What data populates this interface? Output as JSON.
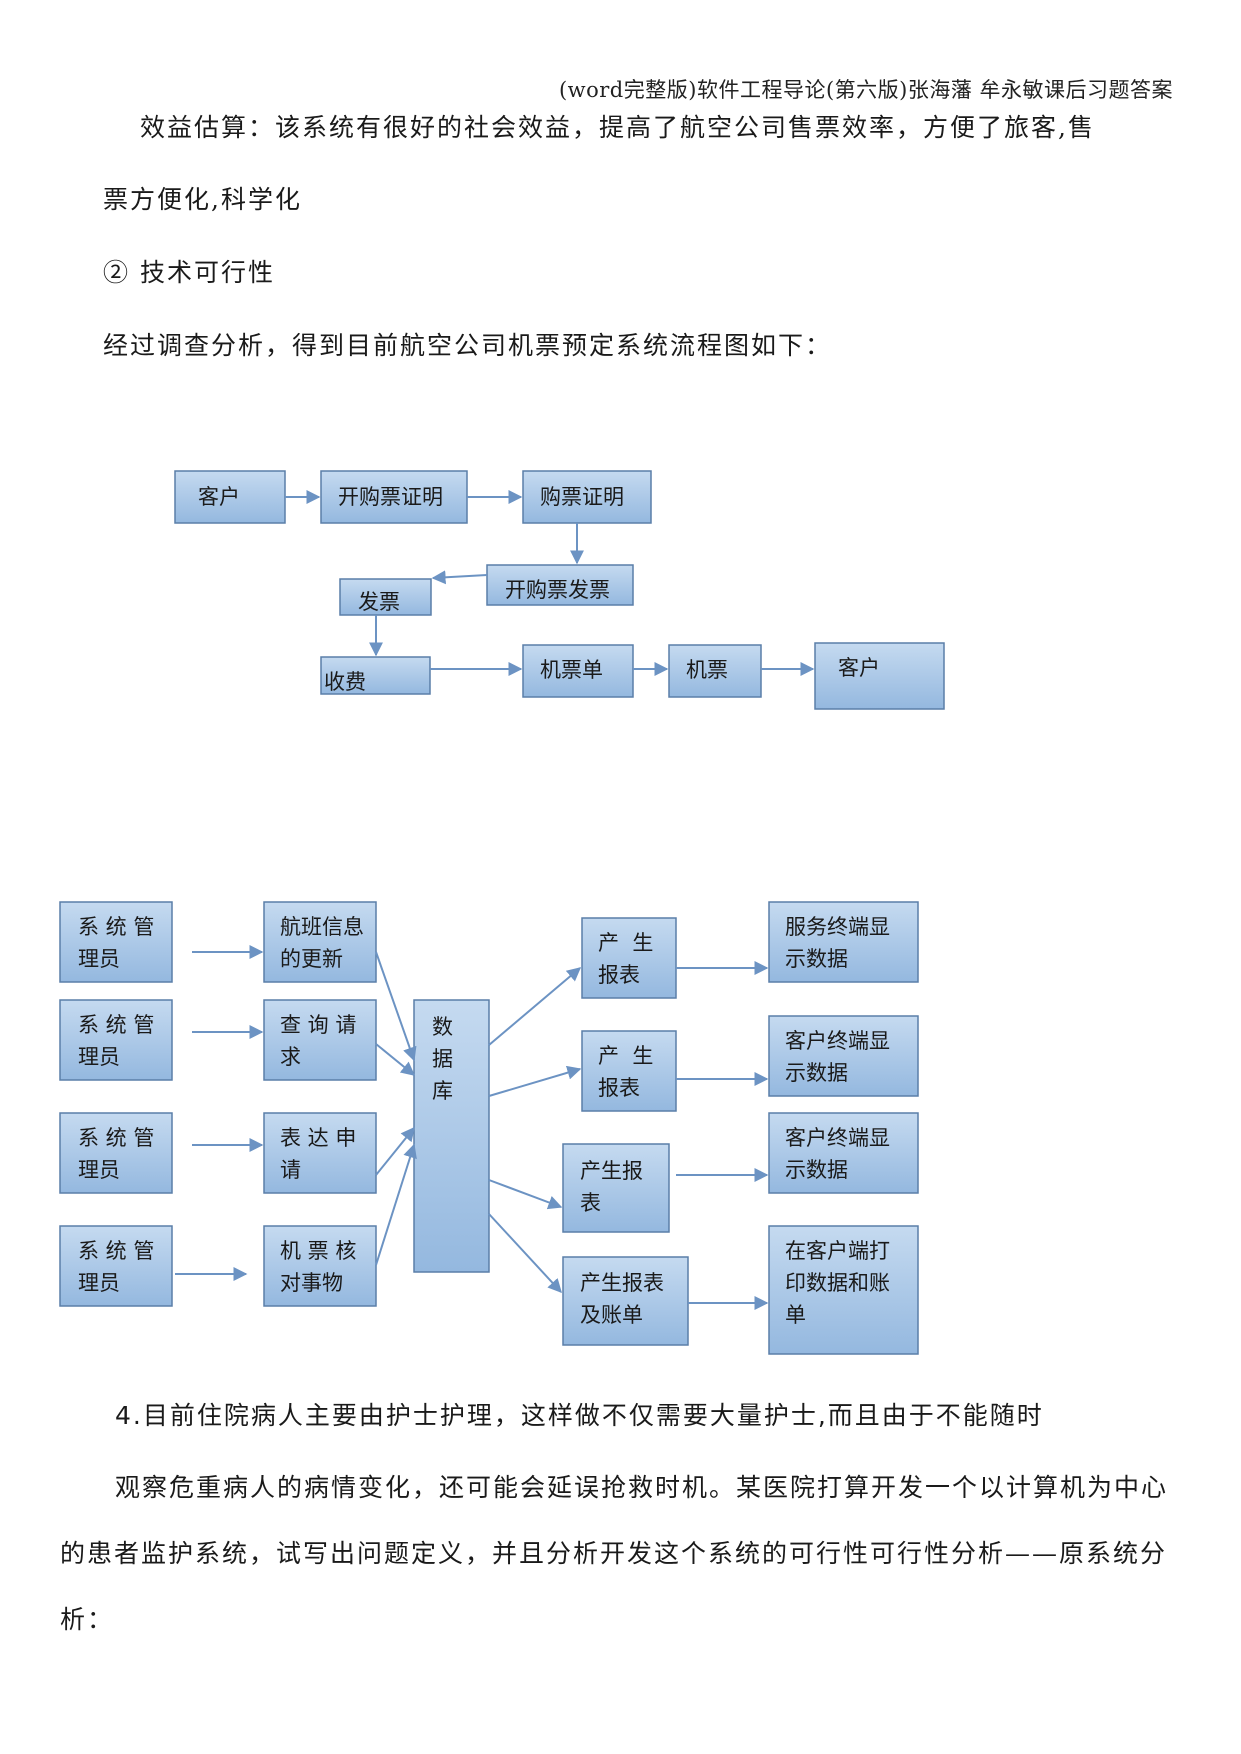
{
  "header": {
    "text": "(word完整版)软件工程导论(第六版)张海藩 牟永敏课后习题答案"
  },
  "paragraphs": [
    "效益估算：该系统有很好的社会效益，提高了航空公司售票效率，方便了旅客,售",
    "票方便化,科学化",
    "② 技术可行性",
    "经过调查分析，得到目前航空公司机票预定系统流程图如下：",
    "4.目前住院病人主要由护士护理，这样做不仅需要大量护士,而且由于不能随时",
    "观察危重病人的病情变化，还可能会延误抢救时机。某医院打算开发一个以计算机为中心",
    "的患者监护系统，试写出问题定义，并且分析开发这个系统的可行性可行性分析——原系统分",
    "析："
  ],
  "flow1": {
    "nodes": [
      {
        "id": "c1",
        "label": "客户"
      },
      {
        "id": "kgpzm",
        "label": "开购票证明"
      },
      {
        "id": "gpzm",
        "label": "购票证明"
      },
      {
        "id": "kgpfp",
        "label": "开购票发票"
      },
      {
        "id": "fp",
        "label": "发票"
      },
      {
        "id": "sf",
        "label": "收费"
      },
      {
        "id": "jpd",
        "label": "机票单"
      },
      {
        "id": "jp",
        "label": "机票"
      },
      {
        "id": "c2",
        "label": "客户"
      }
    ]
  },
  "flow2": {
    "admins": [
      [
        "系 统 管",
        "理员"
      ],
      [
        "系 统 管",
        "理员"
      ],
      [
        "系 统 管",
        "理员"
      ],
      [
        "系 统 管",
        "理员"
      ]
    ],
    "actions": [
      [
        "航班信息",
        "的更新"
      ],
      [
        "查 询 请",
        "求"
      ],
      [
        "表 达 申",
        "请"
      ],
      [
        "机 票 核",
        "对事物"
      ]
    ],
    "database": [
      "数",
      "据",
      "库"
    ],
    "reports": [
      [
        "产  生",
        "报表"
      ],
      [
        "产  生",
        "报表"
      ],
      [
        "产生报",
        "表"
      ],
      [
        "产生报表",
        "及账单"
      ]
    ],
    "outputs": [
      [
        "服务终端显",
        "示数据"
      ],
      [
        "客户终端显",
        "示数据"
      ],
      [
        "客户终端显",
        "示数据"
      ],
      [
        "在客户端打",
        "印数据和账",
        "单"
      ]
    ]
  },
  "colors": {
    "box_fill_top": "#c5daf0",
    "box_fill_bottom": "#94b8df",
    "box_stroke": "#5a7ea8",
    "arrow": "#6c93c3"
  }
}
